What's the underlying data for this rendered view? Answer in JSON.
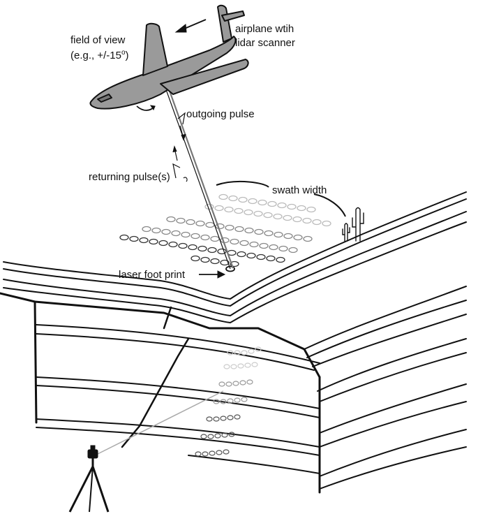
{
  "labels": {
    "field_of_view_line1": "field of view",
    "field_of_view_line2": "(e.g., +/-15",
    "field_of_view_deg": "o",
    "field_of_view_close": ")",
    "airplane_line1": "airplane wtih",
    "airplane_line2": "lidar scanner",
    "outgoing_pulse": "outgoing pulse",
    "returning_pulse": "returning pulse(s)",
    "swath_width": "swath width",
    "laser_foot_print": "laser foot print"
  },
  "colors": {
    "airplane_fill": "#9a9a9a",
    "outline": "#111111",
    "beam": "#666666"
  },
  "icons": [
    "airplane-icon",
    "cactus-icon",
    "tripod-scanner-icon",
    "direction-arrow-icon",
    "rotation-arrow-icon"
  ]
}
